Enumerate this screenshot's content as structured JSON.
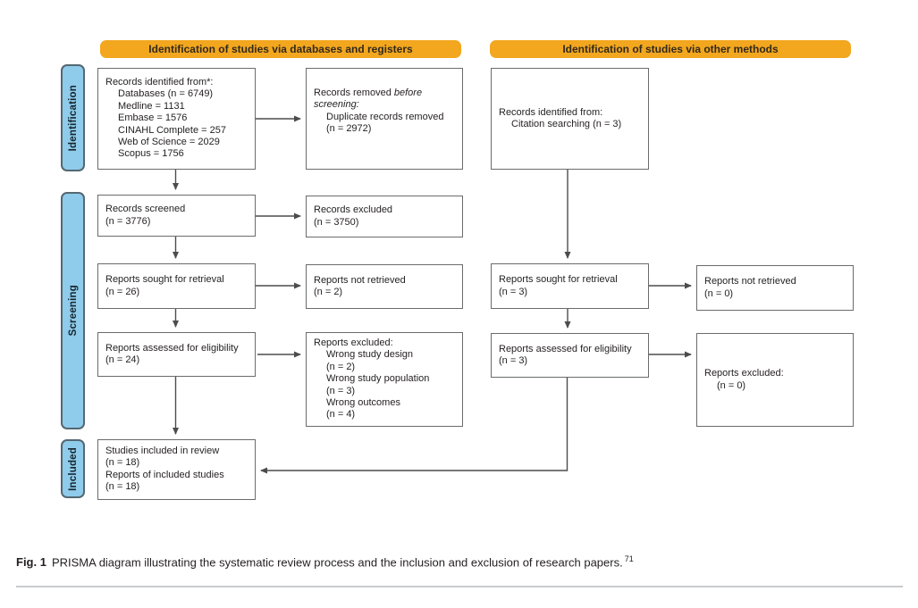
{
  "headers": {
    "left": "Identification of studies via databases and registers",
    "right": "Identification of studies via other methods"
  },
  "stage_labels": {
    "identification": "Identification",
    "screening": "Screening",
    "included": "Included"
  },
  "boxes": {
    "records_identified": {
      "lines": [
        "Records identified from*:",
        "Databases (n = 6749)",
        "Medline = 1131",
        "Embase = 1576",
        "CINAHL Complete = 257",
        "Web of Science = 2029",
        "Scopus = 1756"
      ]
    },
    "records_removed": {
      "pre": "Records removed ",
      "italic1": "before",
      "italic2": "screening:",
      "lines": [
        "Duplicate records removed",
        "(n = 2972)"
      ]
    },
    "records_screened": {
      "lines": [
        "Records screened",
        "(n = 3776)"
      ]
    },
    "records_excluded": {
      "lines": [
        "Records excluded",
        "(n = 3750)"
      ]
    },
    "reports_sought": {
      "lines": [
        "Reports sought for retrieval",
        "(n = 26)"
      ]
    },
    "reports_not_retrieved": {
      "lines": [
        "Reports not retrieved",
        "(n = 2)"
      ]
    },
    "reports_assessed": {
      "lines": [
        "Reports assessed for eligibility",
        "(n = 24)"
      ]
    },
    "reports_excluded": {
      "lines": [
        "Reports excluded:",
        "Wrong study design",
        "(n = 2)",
        "Wrong study population",
        "(n = 3)",
        "Wrong outcomes",
        "(n = 4)"
      ]
    },
    "studies_included": {
      "lines": [
        "Studies included in review",
        "(n = 18)",
        "Reports of included studies",
        "(n = 18)"
      ]
    },
    "records_identified_other": {
      "lines": [
        "Records identified from:",
        "Citation searching (n = 3)"
      ]
    },
    "reports_sought_other": {
      "lines": [
        "Reports sought for retrieval",
        "(n = 3)"
      ]
    },
    "reports_not_retrieved_other": {
      "lines": [
        "Reports not retrieved",
        "(n = 0)"
      ]
    },
    "reports_assessed_other": {
      "lines": [
        "Reports assessed for eligibility",
        "(n = 3)"
      ]
    },
    "reports_excluded_other": {
      "lines": [
        "Reports excluded:",
        "(n = 0)"
      ]
    }
  },
  "caption": {
    "fig": "Fig. 1",
    "text": "PRISMA diagram illustrating the systematic review process and the inclusion and exclusion of research papers.",
    "ref": "71"
  },
  "colors": {
    "header_bg": "#F2A71E",
    "header_text": "#33291C",
    "stage_bg": "#8FCBEB",
    "stage_border": "#546872",
    "box_border": "#6A6B6D",
    "arrow": "#4B4C4E"
  }
}
